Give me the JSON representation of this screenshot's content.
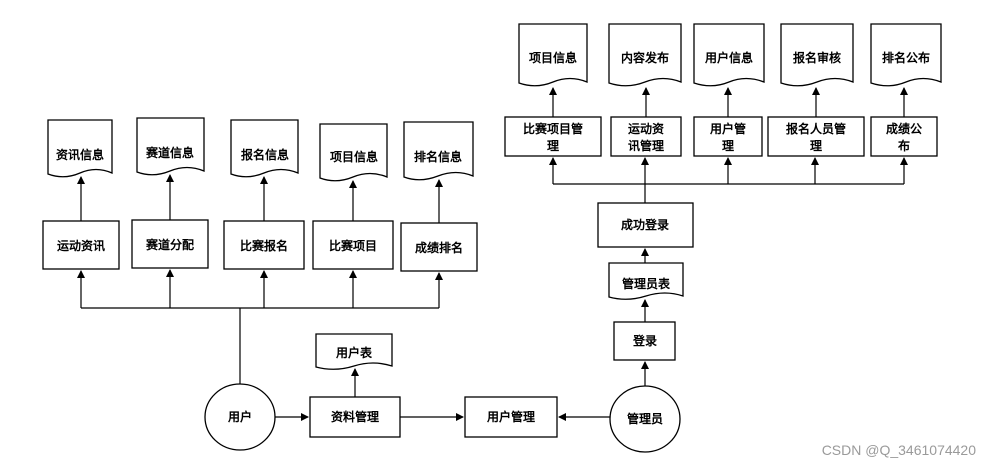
{
  "left": {
    "docs": [
      "资讯信息",
      "赛道信息",
      "报名信息",
      "项目信息",
      "排名信息"
    ],
    "modules": [
      "运动资讯",
      "赛道分配",
      "比赛报名",
      "比赛项目",
      "成绩排名"
    ],
    "user_table": "用户表",
    "user": "用户",
    "profile": "资料管理"
  },
  "center": {
    "user_mgmt": "用户管理"
  },
  "right": {
    "docs": [
      "项目信息",
      "内容发布",
      "用户信息",
      "报名审核",
      "排名公布"
    ],
    "modules": [
      [
        "比赛项目管",
        "理"
      ],
      [
        "运动资",
        "讯管理"
      ],
      [
        "用户管",
        "理"
      ],
      [
        "报名人员管",
        "理"
      ],
      [
        "成绩公",
        "布"
      ]
    ],
    "login_success": "成功登录",
    "admin_table": "管理员表",
    "login": "登录",
    "admin": "管理员"
  },
  "watermark": "CSDN @Q_3461074420"
}
